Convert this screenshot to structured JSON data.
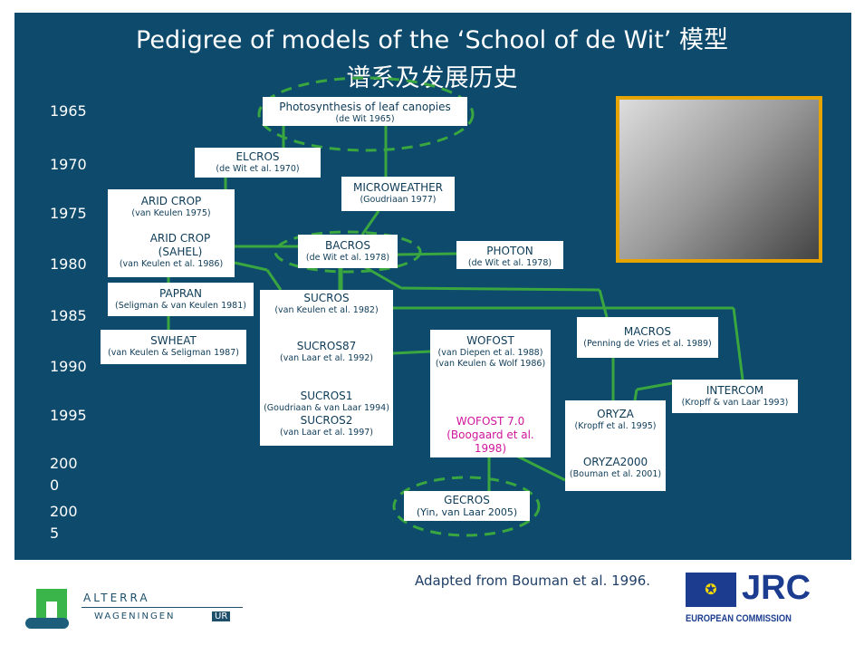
{
  "title": {
    "line1": "Pedigree of models of the ‘School of de Wit’ 模型",
    "line2": "谱系及发展历史"
  },
  "years": [
    "1965",
    "1970",
    "1975",
    "1980",
    "1985",
    "1990",
    "1995",
    "200\n0",
    "200\n5"
  ],
  "models": {
    "photosynthesis": {
      "name": "Photosynthesis of leaf canopies",
      "ref": "(de Wit 1965)"
    },
    "elcros": {
      "name": "ELCROS",
      "ref": "(de Wit et al. 1970)"
    },
    "microweather": {
      "name": "MICROWEATHER",
      "ref": "(Goudriaan 1977)"
    },
    "aridcrop": {
      "name": "ARID CROP",
      "ref": "(van Keulen 1975)"
    },
    "aridcrop_sahel": {
      "name": "ARID CROP",
      "name2": "(SAHEL)",
      "ref": "(van Keulen et al. 1986)"
    },
    "bacros": {
      "name": "BACROS",
      "ref": "(de Wit et al. 1978)"
    },
    "photon": {
      "name": "PHOTON",
      "ref": "(de Wit et al. 1978)"
    },
    "papran": {
      "name": "PAPRAN",
      "ref": "(Seligman & van Keulen 1981)"
    },
    "sucros": {
      "name": "SUCROS",
      "ref": "(van Keulen et al. 1982)"
    },
    "sucros87": {
      "name": "SUCROS87",
      "ref": "(van Laar et al. 1992)"
    },
    "sucros1": {
      "name": "SUCROS1",
      "ref": "(Goudriaan & van Laar 1994)"
    },
    "sucros2": {
      "name": "SUCROS2",
      "ref": "(van Laar et al. 1997)"
    },
    "swheat": {
      "name": "SWHEAT",
      "ref": "(van Keulen & Seligman 1987)"
    },
    "wofost": {
      "name": "WOFOST",
      "ref": "(van Diepen et al. 1988)",
      "ref2": "(van Keulen & Wolf 1986)"
    },
    "wofost7": {
      "name": "WOFOST 7.0",
      "ref": "(Boogaard et al. 1998)"
    },
    "macros": {
      "name": "MACROS",
      "ref": "(Penning de Vries et al. 1989)"
    },
    "intercom": {
      "name": "INTERCOM",
      "ref": "(Kropff & van Laar 1993)"
    },
    "oryza": {
      "name": "ORYZA",
      "ref": "(Kropff et al. 1995)"
    },
    "oryza2000": {
      "name": "ORYZA2000",
      "ref": "(Bouman et al. 2001)"
    },
    "gecros": {
      "name": "GECROS",
      "ref": "(Yin, van Laar 2005)"
    }
  },
  "footer": {
    "source": "Adapted from Bouman et al. 1996.",
    "alterra": "ALTERRA",
    "wageningen": "WAGENINGEN",
    "ur": "UR",
    "jrc": "JRC",
    "ec": "EUROPEAN COMMISSION"
  },
  "colors": {
    "background": "#0d4a6b",
    "line": "#3aa640",
    "highlight": "#d0169c",
    "photo_border": "#e5a400"
  }
}
